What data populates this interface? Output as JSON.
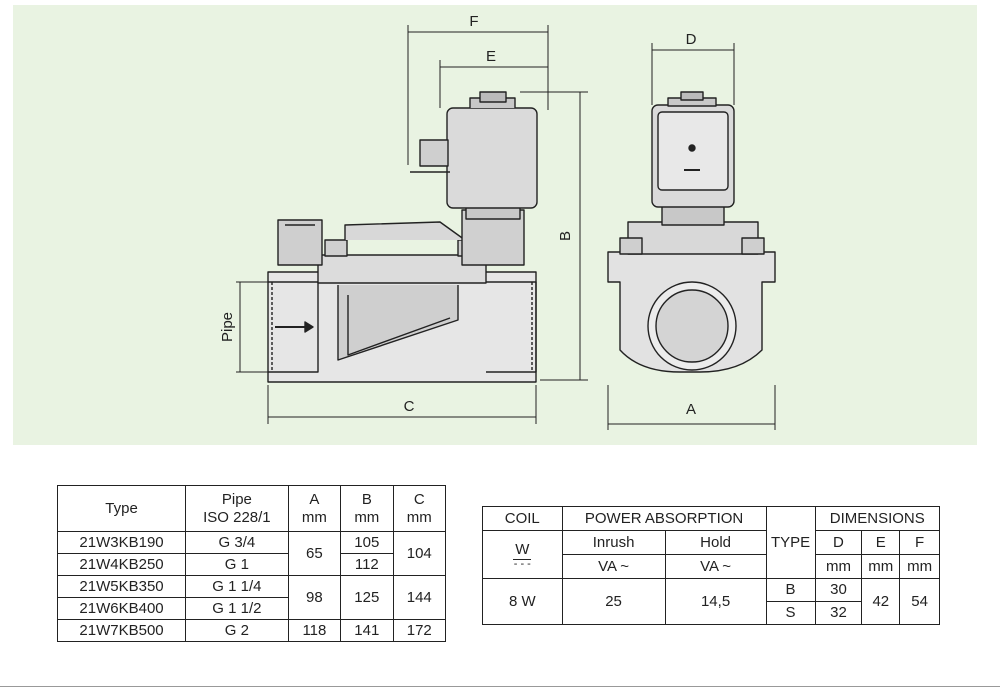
{
  "drawing": {
    "labels": {
      "f": "F",
      "e": "E",
      "d": "D",
      "b": "B",
      "c": "C",
      "a": "A",
      "pipe": "Pipe"
    }
  },
  "specs_table": {
    "headers": {
      "type": "Type",
      "pipe_line1": "Pipe",
      "pipe_line2": "ISO 228/1",
      "a_line1": "A",
      "a_line2": "mm",
      "b_line1": "B",
      "b_line2": "mm",
      "c_line1": "C",
      "c_line2": "mm"
    },
    "rows": [
      {
        "type": "21W3KB190",
        "pipe": "G 3/4",
        "a": "65",
        "b": "105",
        "c": "104"
      },
      {
        "type": "21W4KB250",
        "pipe": "G 1",
        "a": "",
        "b": "112",
        "c": ""
      },
      {
        "type": "21W5KB350",
        "pipe": "G 1 1/4",
        "a": "98",
        "b": "125",
        "c": "144"
      },
      {
        "type": "21W6KB400",
        "pipe": "G 1 1/2",
        "a": "",
        "b": "",
        "c": ""
      },
      {
        "type": "21W7KB500",
        "pipe": "G 2",
        "a": "118",
        "b": "141",
        "c": "172"
      }
    ]
  },
  "coil_table": {
    "headers": {
      "coil": "COIL",
      "power": "POWER ABSORPTION",
      "dimensions": "DIMENSIONS",
      "w": "W",
      "inrush": "Inrush",
      "inrush_unit": "VA ~",
      "hold": "Hold",
      "hold_unit": "VA ~",
      "type": "TYPE",
      "d": "D",
      "e": "E",
      "f": "F",
      "mm_d": "mm",
      "mm_e": "mm",
      "mm_f": "mm"
    },
    "row": {
      "w": "8 W",
      "inrush": "25",
      "hold": "14,5",
      "type_b": "B",
      "type_s": "S",
      "d_b": "30",
      "d_s": "32",
      "e": "42",
      "f": "54"
    }
  }
}
